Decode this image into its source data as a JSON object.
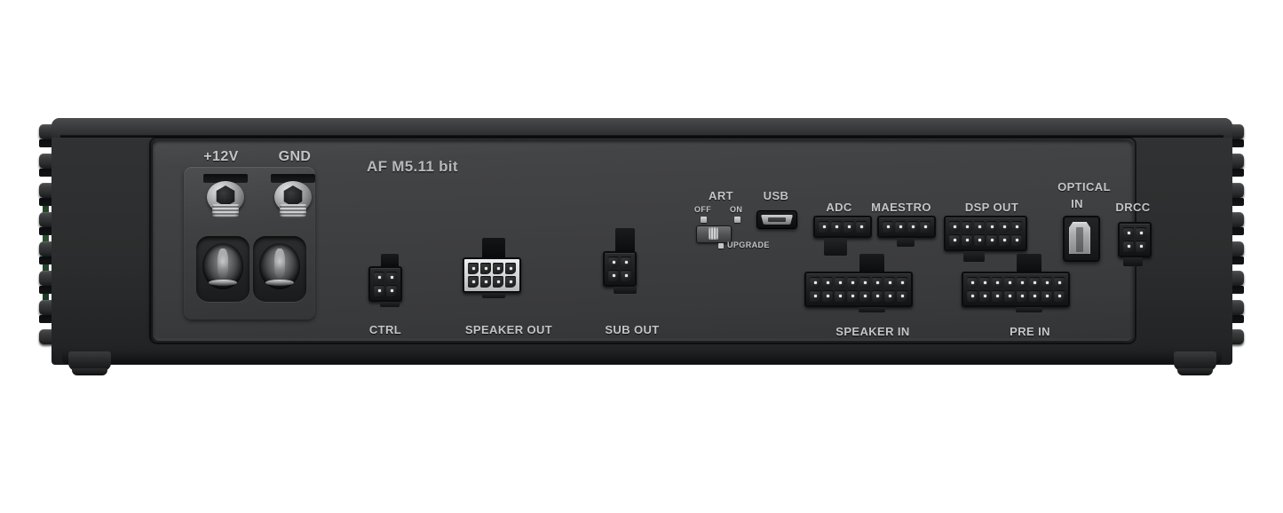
{
  "device": {
    "model_label": "AF M5.11 bit",
    "view": "rear-panel"
  },
  "colors": {
    "chassis": "#2c2d2e",
    "faceplate": "#3e3f41",
    "label_text": "#c3c5c7",
    "connector_white": "#d2d4d6",
    "connector_black": "#1b1c1d",
    "pcb_green": "#2a5230"
  },
  "power_terminals": {
    "positive_label": "+12V",
    "ground_label": "GND"
  },
  "connectors": [
    {
      "id": "ctrl",
      "label": "CTRL",
      "label_pos": "below",
      "color": "black",
      "cols": 2,
      "rows": 2
    },
    {
      "id": "speaker-out",
      "label": "SPEAKER OUT",
      "label_pos": "below",
      "color": "white",
      "cols": 4,
      "rows": 2
    },
    {
      "id": "sub-out",
      "label": "SUB OUT",
      "label_pos": "below",
      "color": "black",
      "cols": 2,
      "rows": 2
    },
    {
      "id": "speaker-in",
      "label": "SPEAKER IN",
      "label_pos": "below",
      "color": "black",
      "cols": 8,
      "rows": 2
    },
    {
      "id": "pre-in",
      "label": "PRE IN",
      "label_pos": "below",
      "color": "black",
      "cols": 8,
      "rows": 2
    },
    {
      "id": "adc",
      "label": "ADC",
      "label_pos": "above",
      "color": "black",
      "cols": 4,
      "rows": 1
    },
    {
      "id": "maestro",
      "label": "MAESTRO",
      "label_pos": "above",
      "color": "black",
      "cols": 4,
      "rows": 1
    },
    {
      "id": "dsp-out",
      "label": "DSP OUT",
      "label_pos": "above",
      "color": "black",
      "cols": 6,
      "rows": 2
    },
    {
      "id": "drcc",
      "label": "DRCC",
      "label_pos": "above",
      "color": "black",
      "cols": 2,
      "rows": 2
    }
  ],
  "art_switch": {
    "title": "ART",
    "off_label": "OFF",
    "on_label": "ON",
    "upgrade_label": "UPGRADE",
    "position": "ON"
  },
  "usb": {
    "label": "USB",
    "type": "micro-usb"
  },
  "optical": {
    "label_line1": "OPTICAL",
    "label_line2": "IN",
    "type": "toslink"
  }
}
